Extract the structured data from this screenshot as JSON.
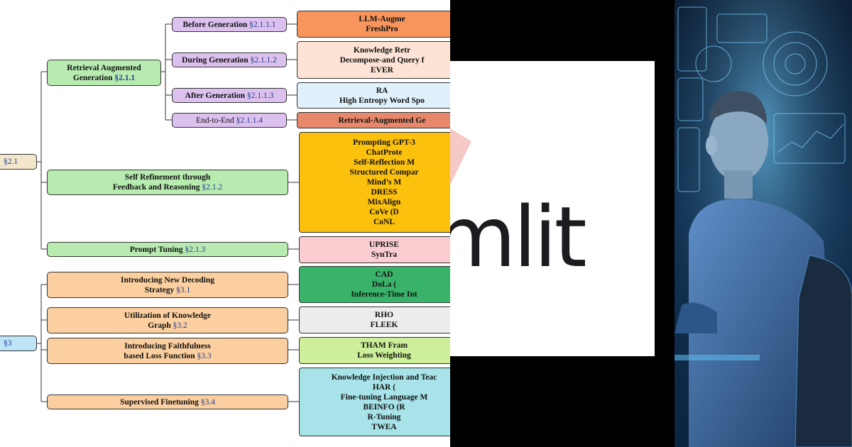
{
  "taxonomy": {
    "root_a": {
      "label": "§2.1"
    },
    "root_b": {
      "label": "§3"
    },
    "rag": {
      "line1": "Retrieval Augmented",
      "line2": "Generation",
      "ref": "§2.1.1"
    },
    "before": {
      "label": "Before Generation",
      "ref": "§2.1.1.1"
    },
    "during": {
      "label": "During Generation",
      "ref": "§2.1.1.2"
    },
    "after": {
      "label": "After Generation",
      "ref": "§2.1.1.3"
    },
    "e2e": {
      "label": "End-to-End",
      "ref": "§2.1.1.4"
    },
    "selfref": {
      "line1": "Self Refinement through",
      "line2": "Feedback and Reasoning",
      "ref": "§2.1.2"
    },
    "prompt": {
      "label": "Prompt Tuning",
      "ref": "§2.1.3"
    },
    "decoding": {
      "line1": "Introducing New Decoding",
      "line2": "Strategy",
      "ref": "§3.1"
    },
    "kg": {
      "line1": "Utilization of Knowledge",
      "line2": "Graph",
      "ref": "§3.2"
    },
    "loss": {
      "line1": "Introducing Faithfulness",
      "line2": "based Loss Function",
      "ref": "§3.3"
    },
    "sft": {
      "label": "Supervised Finetuning",
      "ref": "§3.4"
    },
    "leaves": {
      "before": [
        "LLM-Augme",
        "FreshPro"
      ],
      "during": [
        "Knowledge Retr",
        "Decompose-and Query f",
        "EVER"
      ],
      "after": [
        "RA",
        "High Entropy Word Spo"
      ],
      "e2e": [
        "Retrieval-Augmented Ge"
      ],
      "selfref": [
        "Prompting GPT-3",
        "ChatProte",
        "Self-Reflection M",
        "Structured Compar",
        "Mind’s M",
        "DRESS",
        "MixAlign",
        "CoVe (D",
        "CoNL"
      ],
      "prompt": [
        "UPRISE",
        "SynTra"
      ],
      "decoding": [
        "CAD",
        "DoLa (",
        "Inference-Time Int"
      ],
      "kg": [
        "RHO",
        "FLEEK"
      ],
      "loss": [
        "THAM Fram",
        "Loss Weighting"
      ],
      "sft": [
        "Knowledge Injection and Teac",
        "HAR (",
        "Fine-tuning Language M",
        "BEINFO (R",
        "R-Tuning",
        "TWEA"
      ]
    }
  },
  "logo": {
    "text": "mlit"
  },
  "colors": {
    "purple": "#dcc0ee",
    "green": "#b7ebb0",
    "orange": "#fbcf9f",
    "root_a": "#f4e6cc",
    "root_b": "#bfe4f7"
  }
}
